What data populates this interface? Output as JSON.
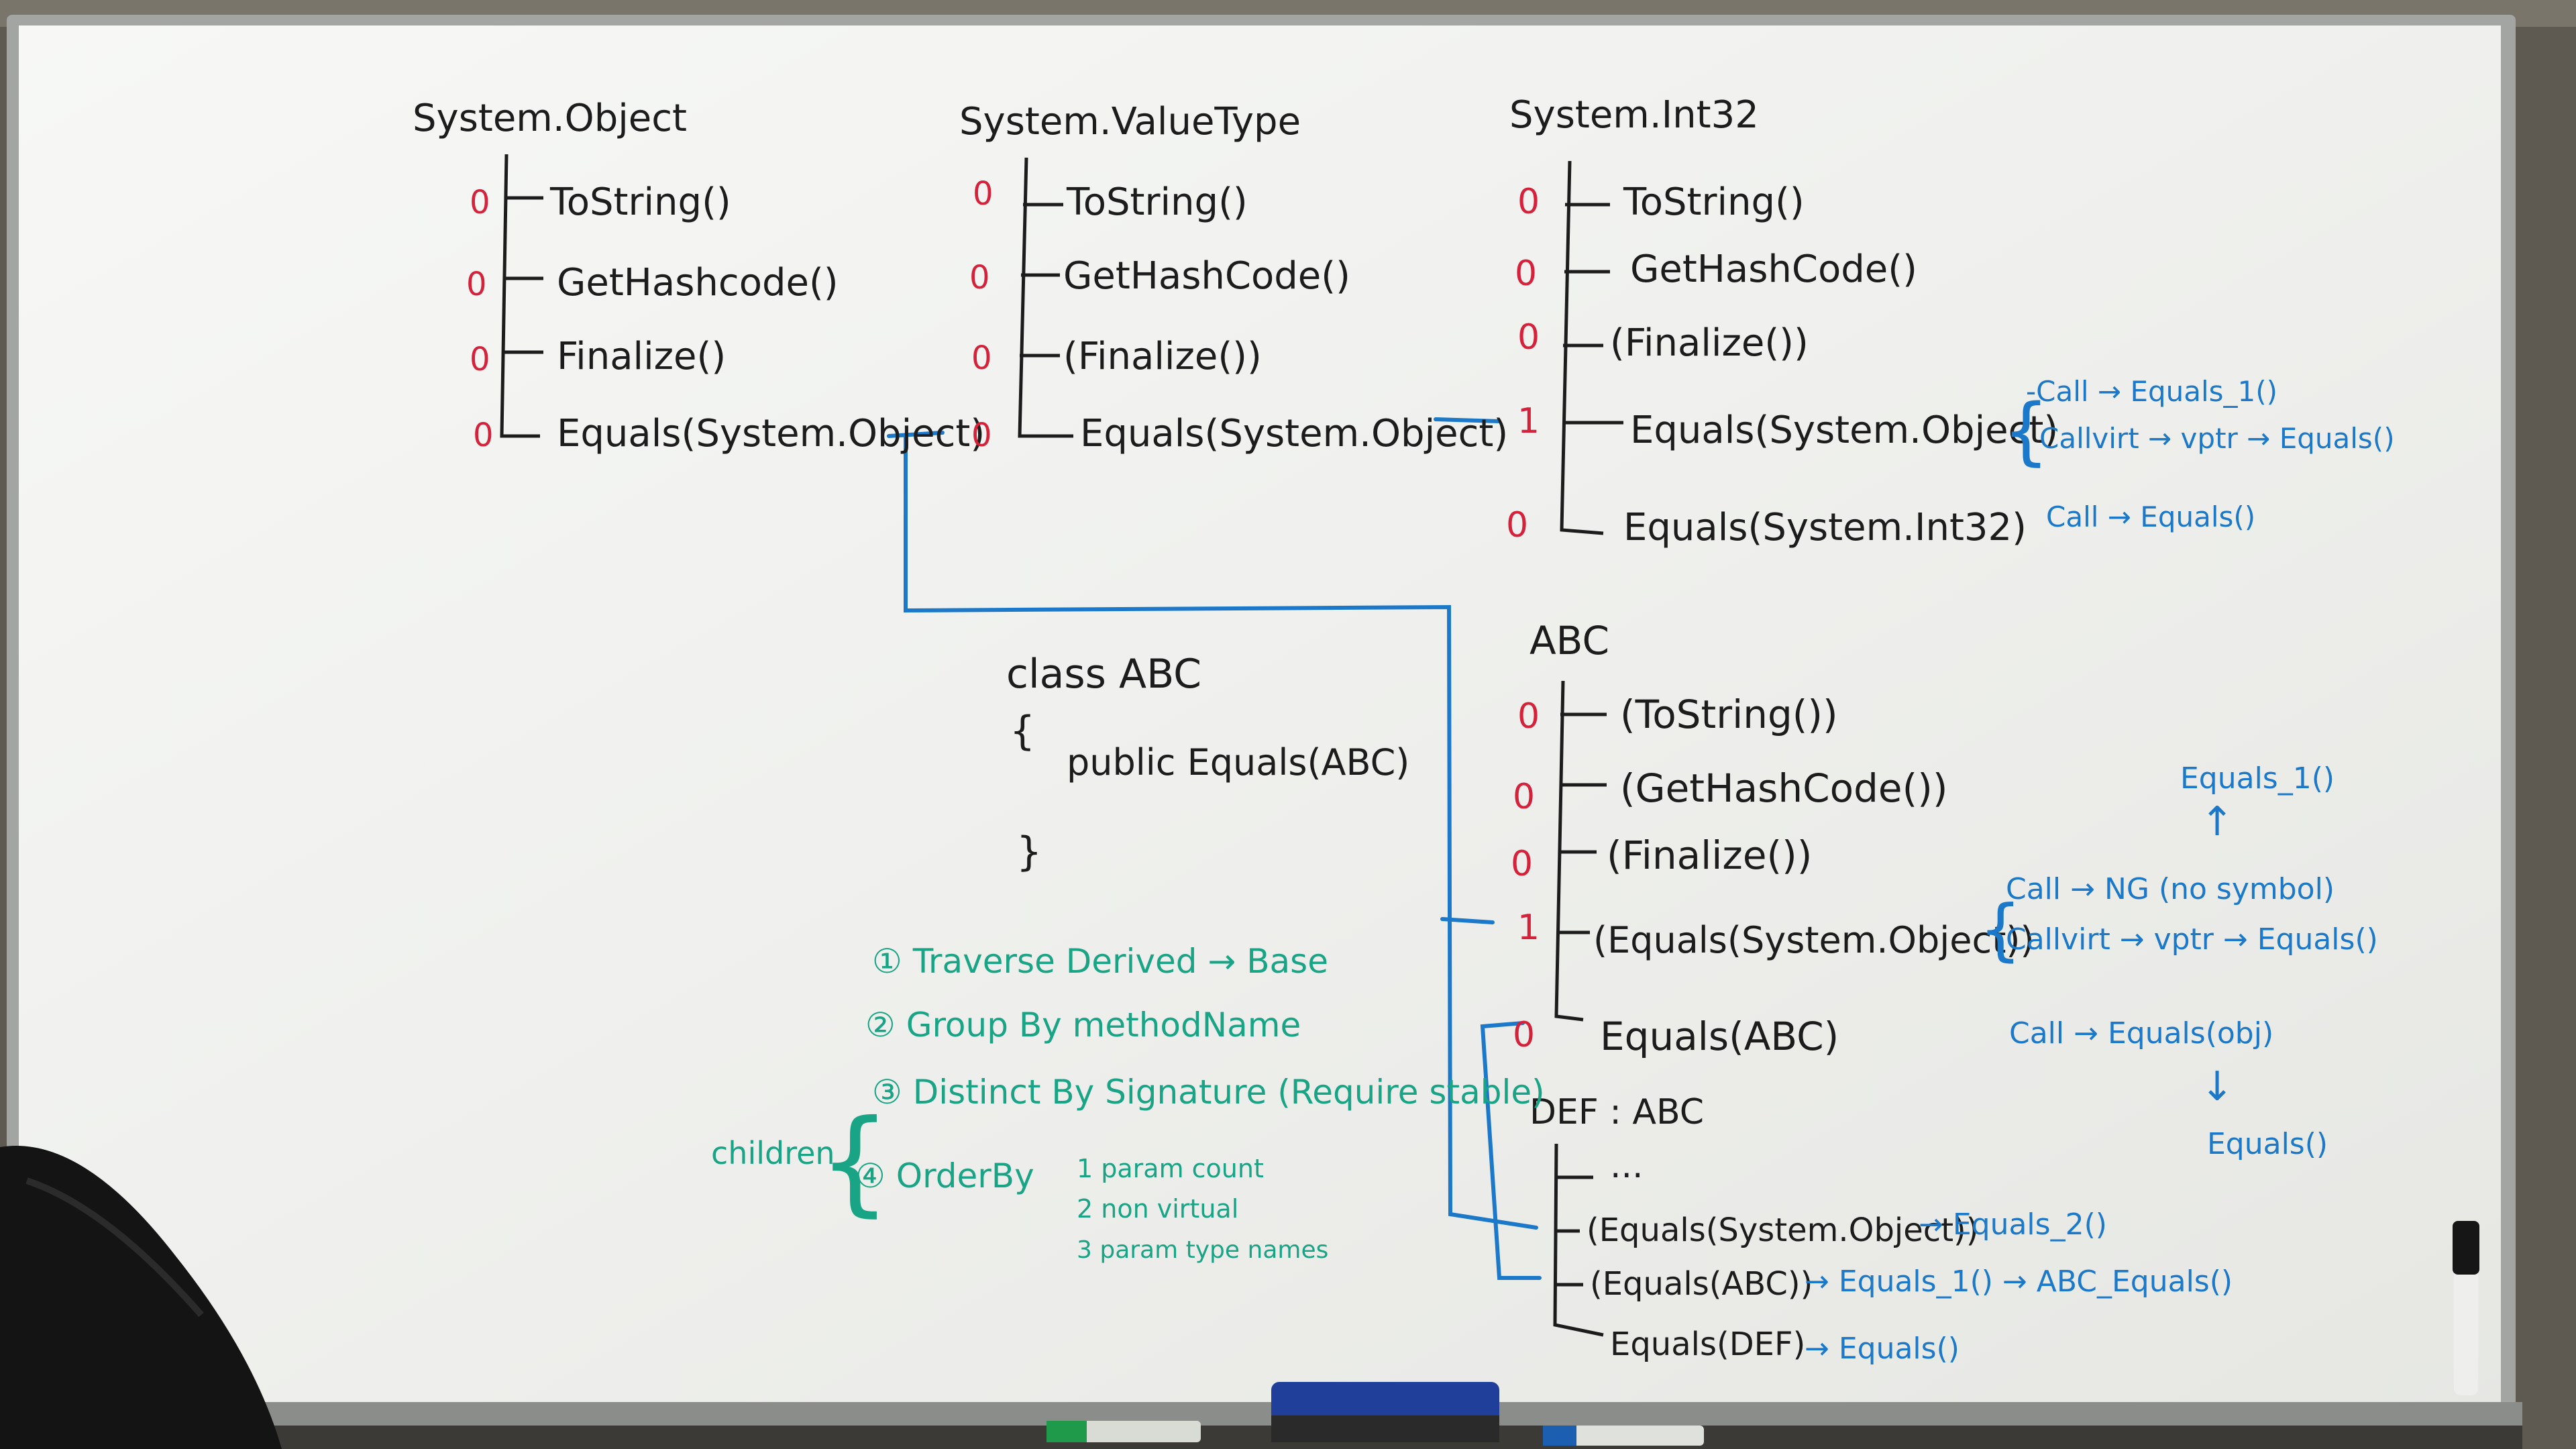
{
  "colors": {
    "wall": "#5e5a52",
    "board": "#f1f2ef",
    "frame": "#9ea09e",
    "ink_black": "#1c1c1c",
    "ink_red": "#d6213a",
    "ink_blue": "#1c78c8",
    "ink_green": "#1aa486"
  },
  "obj": {
    "title": "System.Object",
    "methods": [
      "ToString()",
      "GetHashcode()",
      "Finalize()",
      "Equals(System.Object)"
    ],
    "flags": [
      "0",
      "0",
      "0",
      "0"
    ]
  },
  "vt": {
    "title": "System.ValueType",
    "methods": [
      "ToString()",
      "GetHashCode()",
      "(Finalize())",
      "Equals(System.Object)"
    ],
    "flags": [
      "0",
      "0",
      "0",
      "0"
    ]
  },
  "i32": {
    "title": "System.Int32",
    "methods": [
      "ToString()",
      "GetHashCode()",
      "(Finalize())",
      "Equals(System.Object)",
      "Equals(System.Int32)"
    ],
    "flags": [
      "0",
      "0",
      "0",
      "1",
      "0"
    ],
    "notes": [
      "-Call → Equals_1()",
      "Callvirt → vptr → Equals()",
      "Call → Equals()"
    ]
  },
  "cls": {
    "line1": "class ABC",
    "line2": "{",
    "line3": "public Equals(ABC)",
    "line4": "}"
  },
  "abc": {
    "title": "ABC",
    "methods": [
      "(ToString())",
      "(GetHashCode())",
      "(Finalize())",
      "(Equals(System.Object))",
      "Equals(ABC)"
    ],
    "flags": [
      "0",
      "0",
      "0",
      "1",
      "0"
    ],
    "notes": [
      "Call → NG (no symbol)",
      "Callvirt → vptr → Equals()",
      "Call → Equals(obj)"
    ],
    "side": [
      "Equals_1()",
      "↑",
      "↓",
      "Equals()"
    ]
  },
  "defc": {
    "title": "DEF : ABC",
    "items": [
      "...",
      "(Equals(System.Object))",
      "(Equals(ABC))",
      "Equals(DEF)"
    ],
    "notes": [
      "→ Equals_2()",
      "→ Equals_1() → ABC_Equals()",
      "→ Equals()"
    ]
  },
  "steps": {
    "s1": "① Traverse Derived → Base",
    "s2": "② Group By methodName",
    "s3": "③ Distinct By Signature (Require stable)",
    "s4": "④ OrderBy",
    "children": "children",
    "sub": [
      "1 param count",
      "2 non virtual",
      "3 param type names"
    ]
  }
}
